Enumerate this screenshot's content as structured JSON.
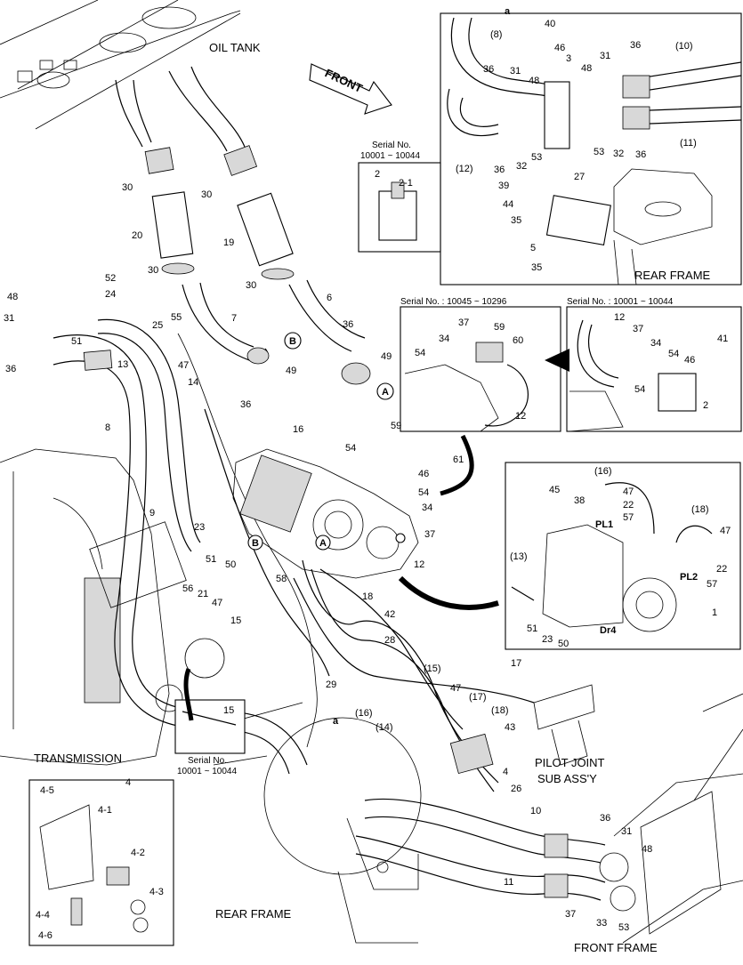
{
  "captions": {
    "oil_tank": "OIL TANK",
    "front": "FRONT",
    "rear_frame_inset": "REAR FRAME",
    "transmission": "TRANSMISSION",
    "pilot_joint_1": "PILOT JOINT",
    "pilot_joint_2": "SUB ASS'Y",
    "rear_frame": "REAR FRAME",
    "front_frame": "FRONT FRAME",
    "view_a": "a",
    "view_a2": "a",
    "pl1": "PL1",
    "pl2": "PL2",
    "dr4": "Dr4",
    "circle_a": "A",
    "circle_b": "B"
  },
  "serial_boxes": {
    "s1_line1": "Serial No.",
    "s1_line2": "10001 ~ 10044",
    "s2": "Serial No. : 10045 ~ 10296",
    "s3": "Serial No. : 10001 ~ 10044",
    "s4_line1": "Serial No.",
    "s4_line2": "10001 ~ 10044"
  },
  "parts": {
    "p1": "1",
    "p2": "2",
    "p2_1": "2-1",
    "p3": "3",
    "p4": "4",
    "p4_1": "4-1",
    "p4_2": "4-2",
    "p4_3": "4-3",
    "p4_4": "4-4",
    "p4_5": "4-5",
    "p4_6": "4-6",
    "p5": "5",
    "p6": "6",
    "p7": "7",
    "p8": "8",
    "p8b": "(8)",
    "p9": "9",
    "p10": "10",
    "p10b": "(10)",
    "p11": "11",
    "p11b": "(11)",
    "p12": "12",
    "p12b": "(12)",
    "p13": "13",
    "p13b": "(13)",
    "p14": "14",
    "p14b": "(14)",
    "p15": "15",
    "p15b": "(15)",
    "p16": "16",
    "p16b": "(16)",
    "p17": "17",
    "p17b": "(17)",
    "p18": "18",
    "p18b": "(18)",
    "p19": "19",
    "p20": "20",
    "p21": "21",
    "p22": "22",
    "p23": "23",
    "p24": "24",
    "p25": "25",
    "p26": "26",
    "p27": "27",
    "p28": "28",
    "p29": "29",
    "p30": "30",
    "p31": "31",
    "p32": "32",
    "p33": "33",
    "p34": "34",
    "p35": "35",
    "p36": "36",
    "p37": "37",
    "p38": "38",
    "p39": "39",
    "p40": "40",
    "p41": "41",
    "p42": "42",
    "p43": "43",
    "p44": "44",
    "p45": "45",
    "p46": "46",
    "p47": "47",
    "p48": "48",
    "p49": "49",
    "p50": "50",
    "p51": "51",
    "p52": "52",
    "p53": "53",
    "p54": "54",
    "p55": "55",
    "p56": "56",
    "p57": "57",
    "p58": "58",
    "p59": "59",
    "p60": "60",
    "p61": "61"
  }
}
